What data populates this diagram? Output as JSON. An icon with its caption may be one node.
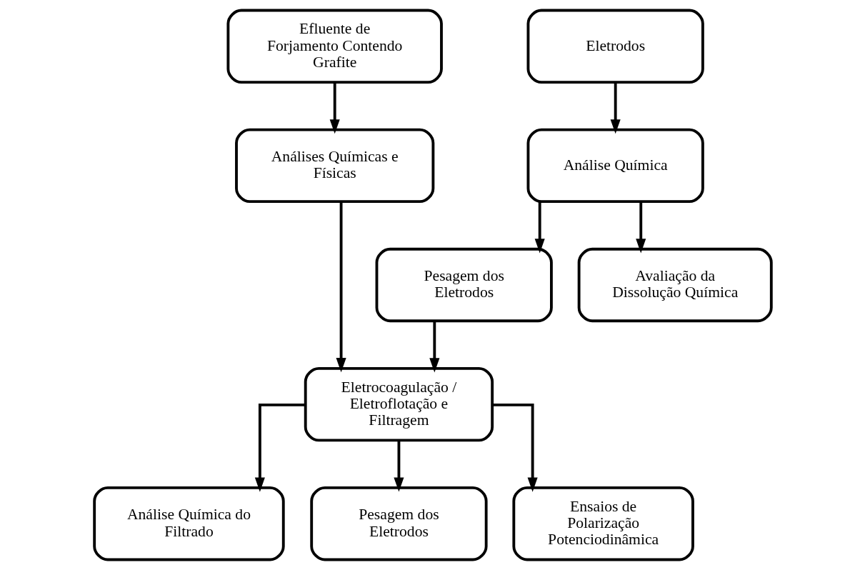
{
  "diagram": {
    "nodes": [
      {
        "text": [
          "Efluente de Forjamento Contendo Grafite"
        ]
      },
      {
        "text": [
          "Eletrodos"
        ]
      },
      {
        "text": [
          "Análises Químicas e Físicas"
        ]
      },
      {
        "text": [
          "Análise Química"
        ]
      },
      {
        "text": [
          "Pesagem dos Eletrodos"
        ]
      },
      {
        "text": [
          "Avaliação da Dissolução Química"
        ]
      },
      {
        "text": [
          "Eletrocoagulação / Eletroflotação e Filtragem"
        ]
      },
      {
        "text": [
          "Análise Química do Filtrado"
        ]
      },
      {
        "text": [
          "Pesagem dos Eletrodos"
        ]
      },
      {
        "text": [
          "Ensaios de Polarização Potenciodinâmica"
        ]
      }
    ],
    "edges": [
      {
        "from": 0,
        "to": 2,
        "arrow": "to"
      },
      {
        "from": 1,
        "to": 3,
        "arrow": "to"
      },
      {
        "from": 3,
        "to": 4,
        "arrow": "to"
      },
      {
        "from": 3,
        "to": 5,
        "arrow": "to"
      },
      {
        "from": 2,
        "to": 6,
        "arrow": "to"
      },
      {
        "from": 4,
        "to": 6,
        "arrow": "to"
      },
      {
        "from": 6,
        "to": 7,
        "arrow": "to"
      },
      {
        "from": 6,
        "to": 8,
        "arrow": "to"
      },
      {
        "from": 6,
        "to": 9,
        "arrow": "to"
      }
    ]
  }
}
